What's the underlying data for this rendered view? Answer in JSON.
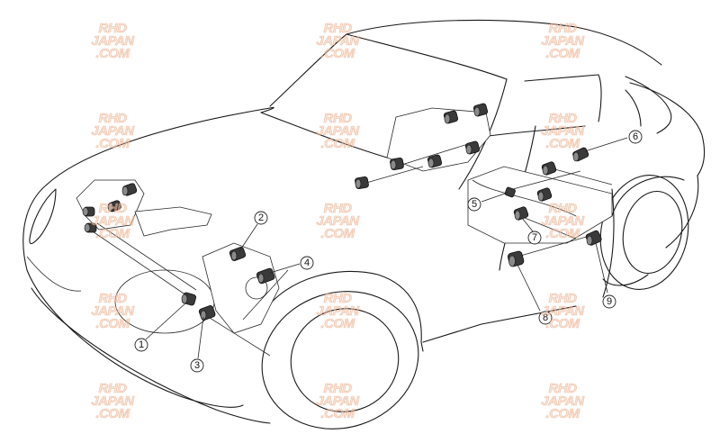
{
  "diagram": {
    "subject": "roadster chassis bushing locations",
    "callouts": [
      {
        "id": "callout-1",
        "label": "①",
        "number": 1
      },
      {
        "id": "callout-2",
        "label": "②",
        "number": 2
      },
      {
        "id": "callout-3",
        "label": "③",
        "number": 3
      },
      {
        "id": "callout-4",
        "label": "④",
        "number": 4
      },
      {
        "id": "callout-5",
        "label": "⑤",
        "number": 5
      },
      {
        "id": "callout-6",
        "label": "⑥",
        "number": 6
      },
      {
        "id": "callout-7",
        "label": "⑦",
        "number": 7
      },
      {
        "id": "callout-8",
        "label": "⑧",
        "number": 8
      },
      {
        "id": "callout-9",
        "label": "⑨",
        "number": 9
      }
    ],
    "colors": {
      "line": "#1a1a1a",
      "bushing": "#3a3a3a",
      "watermark_fill": "#f5cdb4",
      "watermark_stroke": "#e1966e"
    }
  },
  "watermark": {
    "lines": [
      "RHD",
      "JAPAN",
      ".COM"
    ]
  }
}
